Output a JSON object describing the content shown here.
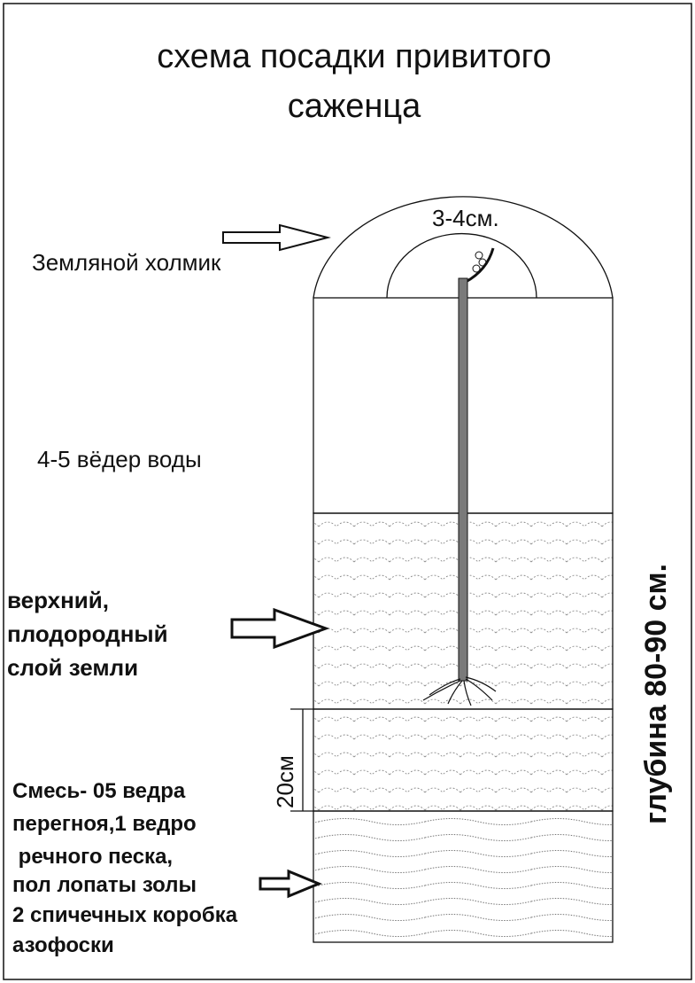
{
  "title": {
    "line1": "схема посадки привитого",
    "line2": "саженца"
  },
  "labels": {
    "mound": "Земляной холмик",
    "graft_height": "3-4см.",
    "water": "4-5 вёдер воды",
    "topsoil": [
      "верхний,",
      "плодородный",
      "слой земли"
    ],
    "layer_height": "20см",
    "mixture": [
      "Смесь- 05 ведра",
      "перегноя,1 ведро",
      " речного песка,",
      "пол лопаты золы",
      "2 спичечных коробка",
      "азофоски"
    ],
    "depth": "глубина 80-90 см."
  },
  "colors": {
    "stroke": "#111111",
    "trunk": "#7a7a7a",
    "pattern": "#888888"
  }
}
